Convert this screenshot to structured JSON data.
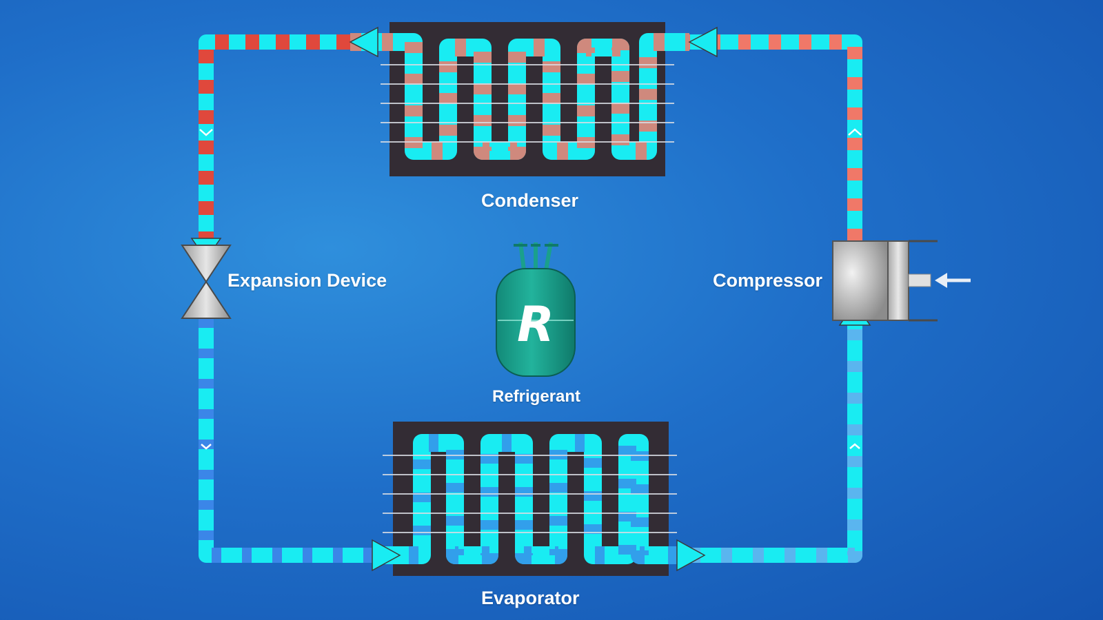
{
  "diagram": {
    "labels": {
      "condenser": "Condenser",
      "evaporator": "Evaporator",
      "expansion_device": "Expansion Device",
      "compressor": "Compressor",
      "refrigerant": "Refrigerant"
    },
    "tank_letter": "R",
    "colors": {
      "background": "#1f6fc9",
      "pipe_cold": "#19ecf2",
      "pipe_cold_stripe": "#3b86e8",
      "pipe_hot_stripe": "#f07868",
      "pipe_hot_dark": "#e0483c",
      "coil_box": "#332c34",
      "tank": "#1aa08c",
      "compressor": "#c8c8c8"
    },
    "icons": [
      "refrigerant-tank-icon",
      "expansion-valve-icon",
      "compressor-icon",
      "push-arrow-icon"
    ]
  }
}
